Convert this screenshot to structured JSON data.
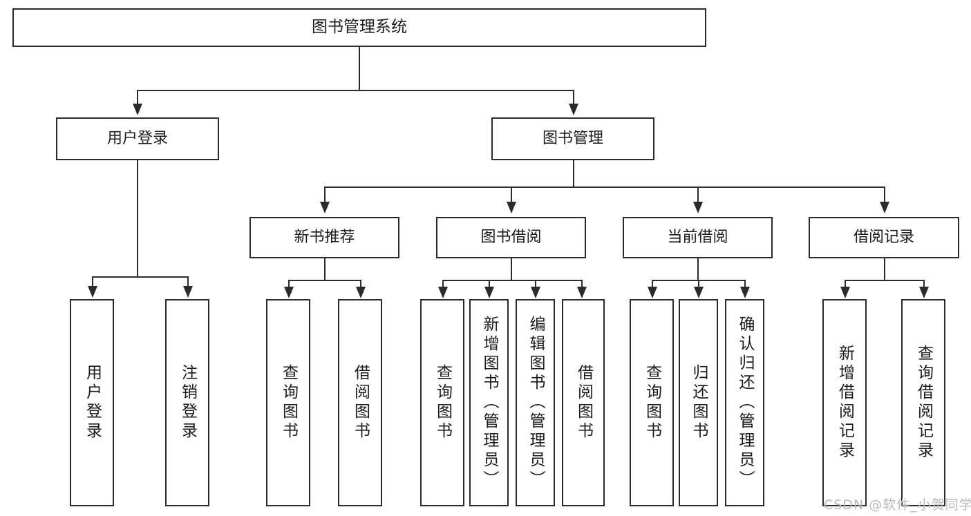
{
  "diagram": {
    "title": "图书管理系统",
    "type": "hierarchy-tree",
    "levels": 4,
    "root": {
      "id": "root",
      "label": "图书管理系统"
    },
    "level2": [
      {
        "id": "user-login",
        "label": "用户登录"
      },
      {
        "id": "book-management",
        "label": "图书管理"
      }
    ],
    "level3": [
      {
        "id": "new-book-recommend",
        "label": "新书推荐",
        "parent": "book-management"
      },
      {
        "id": "book-borrow",
        "label": "图书借阅",
        "parent": "book-management"
      },
      {
        "id": "current-borrow",
        "label": "当前借阅",
        "parent": "book-management"
      },
      {
        "id": "borrow-record",
        "label": "借阅记录",
        "parent": "book-management"
      }
    ],
    "leaves": {
      "user-login": [
        {
          "id": "leaf-user-login",
          "label": "用户登录"
        },
        {
          "id": "leaf-logout",
          "label": "注销登录"
        }
      ],
      "new-book-recommend": [
        {
          "id": "leaf-query-book-1",
          "label": "查询图书"
        },
        {
          "id": "leaf-borrow-book-1",
          "label": "借阅图书"
        }
      ],
      "book-borrow": [
        {
          "id": "leaf-query-book-2",
          "label": "查询图书"
        },
        {
          "id": "leaf-add-book",
          "label": "新增图书（管理员）"
        },
        {
          "id": "leaf-edit-book",
          "label": "编辑图书（管理员）"
        },
        {
          "id": "leaf-borrow-book-2",
          "label": "借阅图书"
        }
      ],
      "current-borrow": [
        {
          "id": "leaf-query-book-3",
          "label": "查询图书"
        },
        {
          "id": "leaf-return-book",
          "label": "归还图书"
        },
        {
          "id": "leaf-confirm-return",
          "label": "确认归还（管理员）"
        }
      ],
      "borrow-record": [
        {
          "id": "leaf-add-record",
          "label": "新增借阅记录"
        },
        {
          "id": "leaf-query-record",
          "label": "查询借阅记录"
        }
      ]
    }
  },
  "watermark": {
    "text": "CSDN @软件_小贺同学"
  },
  "colors": {
    "stroke": "#2b2b2b",
    "background": "#ffffff",
    "text": "#1b1b1b",
    "watermark": "#b9b9b9"
  }
}
